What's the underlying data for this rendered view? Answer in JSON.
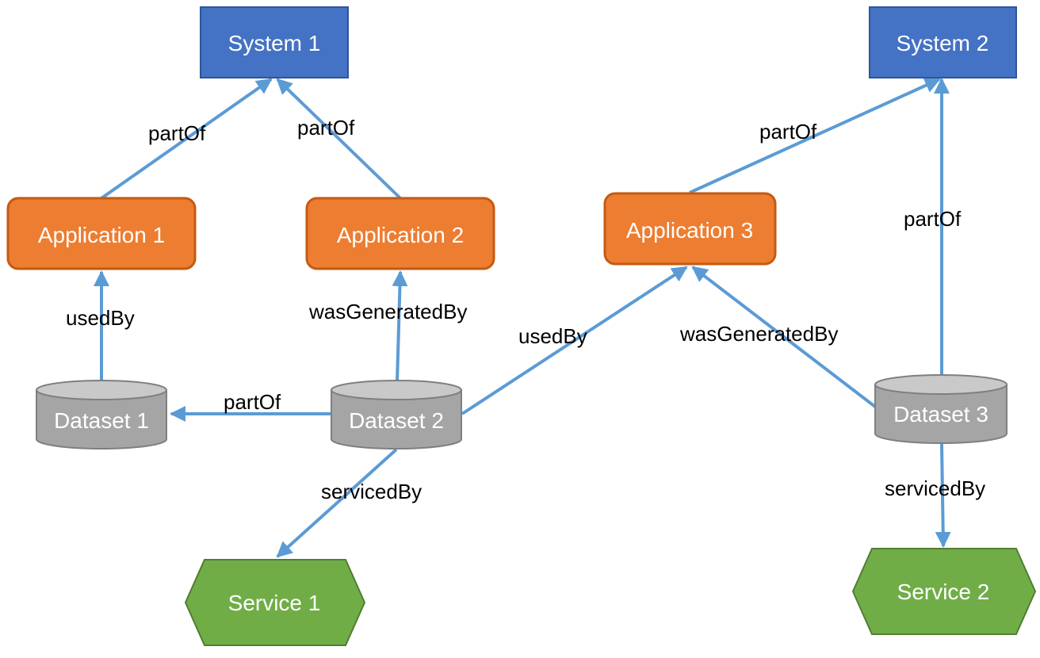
{
  "colors": {
    "system": "#4472c4",
    "system_border": "#2f5597",
    "application": "#ed7d31",
    "application_border": "#c55a11",
    "dataset": "#a5a5a5",
    "dataset_top": "#c9c9c9",
    "dataset_border": "#7f7f7f",
    "service": "#70ad47",
    "service_border": "#507e32",
    "edge": "#5b9bd5"
  },
  "nodes": {
    "system1": "System 1",
    "system2": "System 2",
    "app1": "Application 1",
    "app2": "Application 2",
    "app3": "Application 3",
    "dataset1": "Dataset 1",
    "dataset2": "Dataset 2",
    "dataset3": "Dataset 3",
    "service1": "Service 1",
    "service2": "Service 2"
  },
  "edges": [
    {
      "from": "Application 1",
      "to": "System 1",
      "label": "partOf"
    },
    {
      "from": "Application 2",
      "to": "System 1",
      "label": "partOf"
    },
    {
      "from": "Application 3",
      "to": "System 2",
      "label": "partOf"
    },
    {
      "from": "Dataset 3",
      "to": "System 2",
      "label": "partOf"
    },
    {
      "from": "Dataset 1",
      "to": "Application 1",
      "label": "usedBy"
    },
    {
      "from": "Dataset 2",
      "to": "Application 2",
      "label": "wasGeneratedBy"
    },
    {
      "from": "Dataset 2",
      "to": "Dataset 1",
      "label": "partOf"
    },
    {
      "from": "Dataset 2",
      "to": "Application 3",
      "label": "usedBy"
    },
    {
      "from": "Dataset 3",
      "to": "Application 3",
      "label": "wasGeneratedBy"
    },
    {
      "from": "Dataset 2",
      "to": "Service 1",
      "label": "servicedBy"
    },
    {
      "from": "Dataset 3",
      "to": "Service 2",
      "label": "servicedBy"
    }
  ]
}
